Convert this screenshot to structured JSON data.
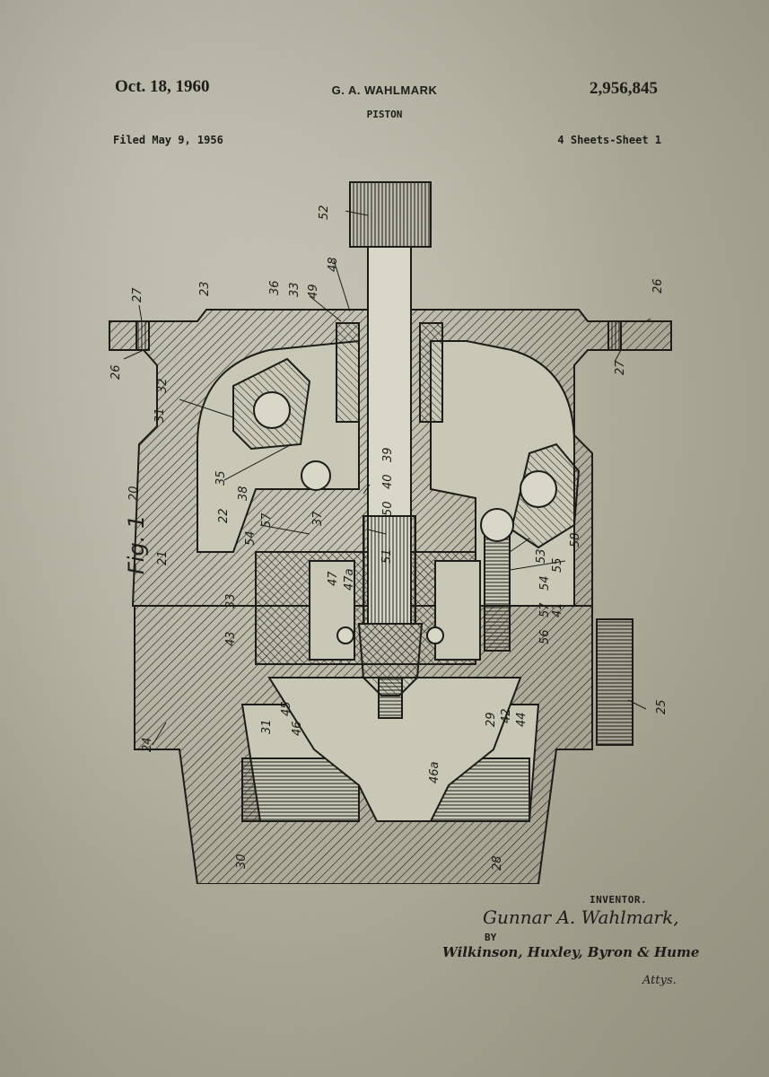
{
  "header": {
    "date": "Oct. 18, 1960",
    "inventor": "G. A. WAHLMARK",
    "title": "PISTON",
    "patent_number": "2,956,845",
    "filed": "Filed May 9, 1956",
    "sheets": "4 Sheets-Sheet 1"
  },
  "figure": {
    "label": "Fig. 1",
    "reference_numerals": [
      "52",
      "48",
      "49",
      "23",
      "27",
      "26",
      "26",
      "27",
      "36",
      "33",
      "32",
      "31",
      "35",
      "38",
      "39",
      "40",
      "37",
      "50",
      "51",
      "22",
      "57",
      "21",
      "20",
      "54",
      "47",
      "47a",
      "33",
      "43",
      "53",
      "55",
      "54",
      "57",
      "41",
      "56",
      "58",
      "25",
      "24",
      "31",
      "45",
      "46",
      "46a",
      "29",
      "42",
      "44",
      "30",
      "28"
    ]
  },
  "signature": {
    "inventor_label": "INVENTOR.",
    "inventor_name": "Gunnar A. Wahlmark,",
    "by_label": "BY",
    "attorneys": "Wilkinson, Huxley, Byron & Hume",
    "attys": "Attys."
  }
}
